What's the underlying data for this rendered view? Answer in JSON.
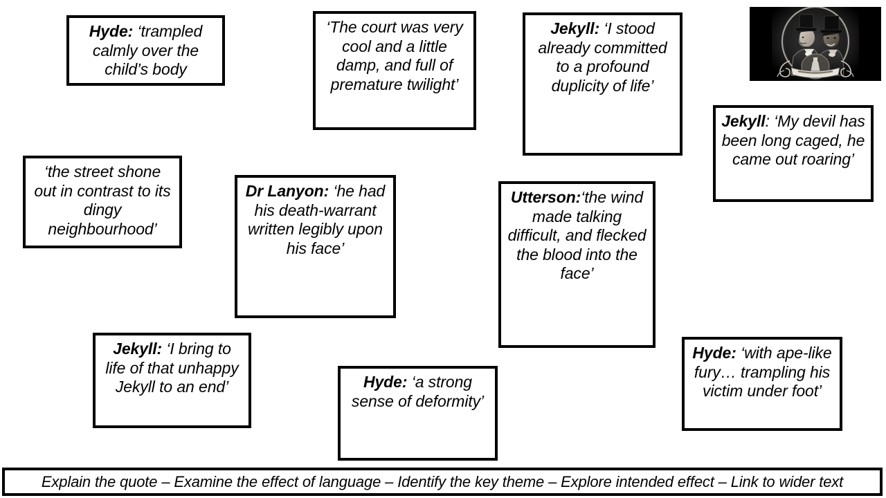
{
  "page": {
    "title": "Jekyll and Hyde Quotation Bank",
    "background_color": "#ffffff",
    "border_color": "#000000"
  },
  "quote_boxes": [
    {
      "id": "hyde-trampled",
      "speaker": "Hyde:",
      "quote": "‘trampled calmly over the child’s body",
      "colon_bold": true
    },
    {
      "id": "court-cool",
      "speaker": "",
      "quote": "‘The court was very cool and a little damp, and full of premature twilight’",
      "colon_bold": false
    },
    {
      "id": "jekyll-committed",
      "speaker": "Jekyll:",
      "quote": "‘I stood already committed to a profound duplicity of life’",
      "colon_bold": true
    },
    {
      "id": "jekyll-devil",
      "speaker": "Jekyll",
      "quote": ": ‘My devil has been long caged, he came out roaring’",
      "colon_bold": false
    },
    {
      "id": "street-shone",
      "speaker": "",
      "quote": "‘the street shone out in contrast to its dingy neighbourhood’",
      "colon_bold": false
    },
    {
      "id": "lanyon-warrant",
      "speaker": "Dr Lanyon:",
      "quote": "‘he had his death-warrant written legibly upon his face’",
      "colon_bold": true
    },
    {
      "id": "utterson-wind",
      "speaker": "Utterson:",
      "quote": "‘the wind made talking difficult, and flecked the blood into the face’",
      "colon_bold": true
    },
    {
      "id": "jekyll-unhappy",
      "speaker": "Jekyll:",
      "quote": "‘I bring to life of that unhappy Jekyll to an end’",
      "colon_bold": true
    },
    {
      "id": "hyde-deformity",
      "speaker": "Hyde:",
      "quote": "‘a strong sense of deformity’",
      "colon_bold": true
    },
    {
      "id": "hyde-ape",
      "speaker": "Hyde:",
      "quote": "‘with ape-like fury… trampling his victim under foot’",
      "colon_bold": true
    }
  ],
  "picture": {
    "name": "jekyll-and-hyde-illustration",
    "description": "Two Victorian gentlemen in top hats inside an oval frame with ornate scrollwork",
    "background_color": "#000000"
  },
  "banner": {
    "text": "Explain the quote – Examine the effect of language –  Identify the key theme – Explore intended effect – Link to wider text"
  }
}
